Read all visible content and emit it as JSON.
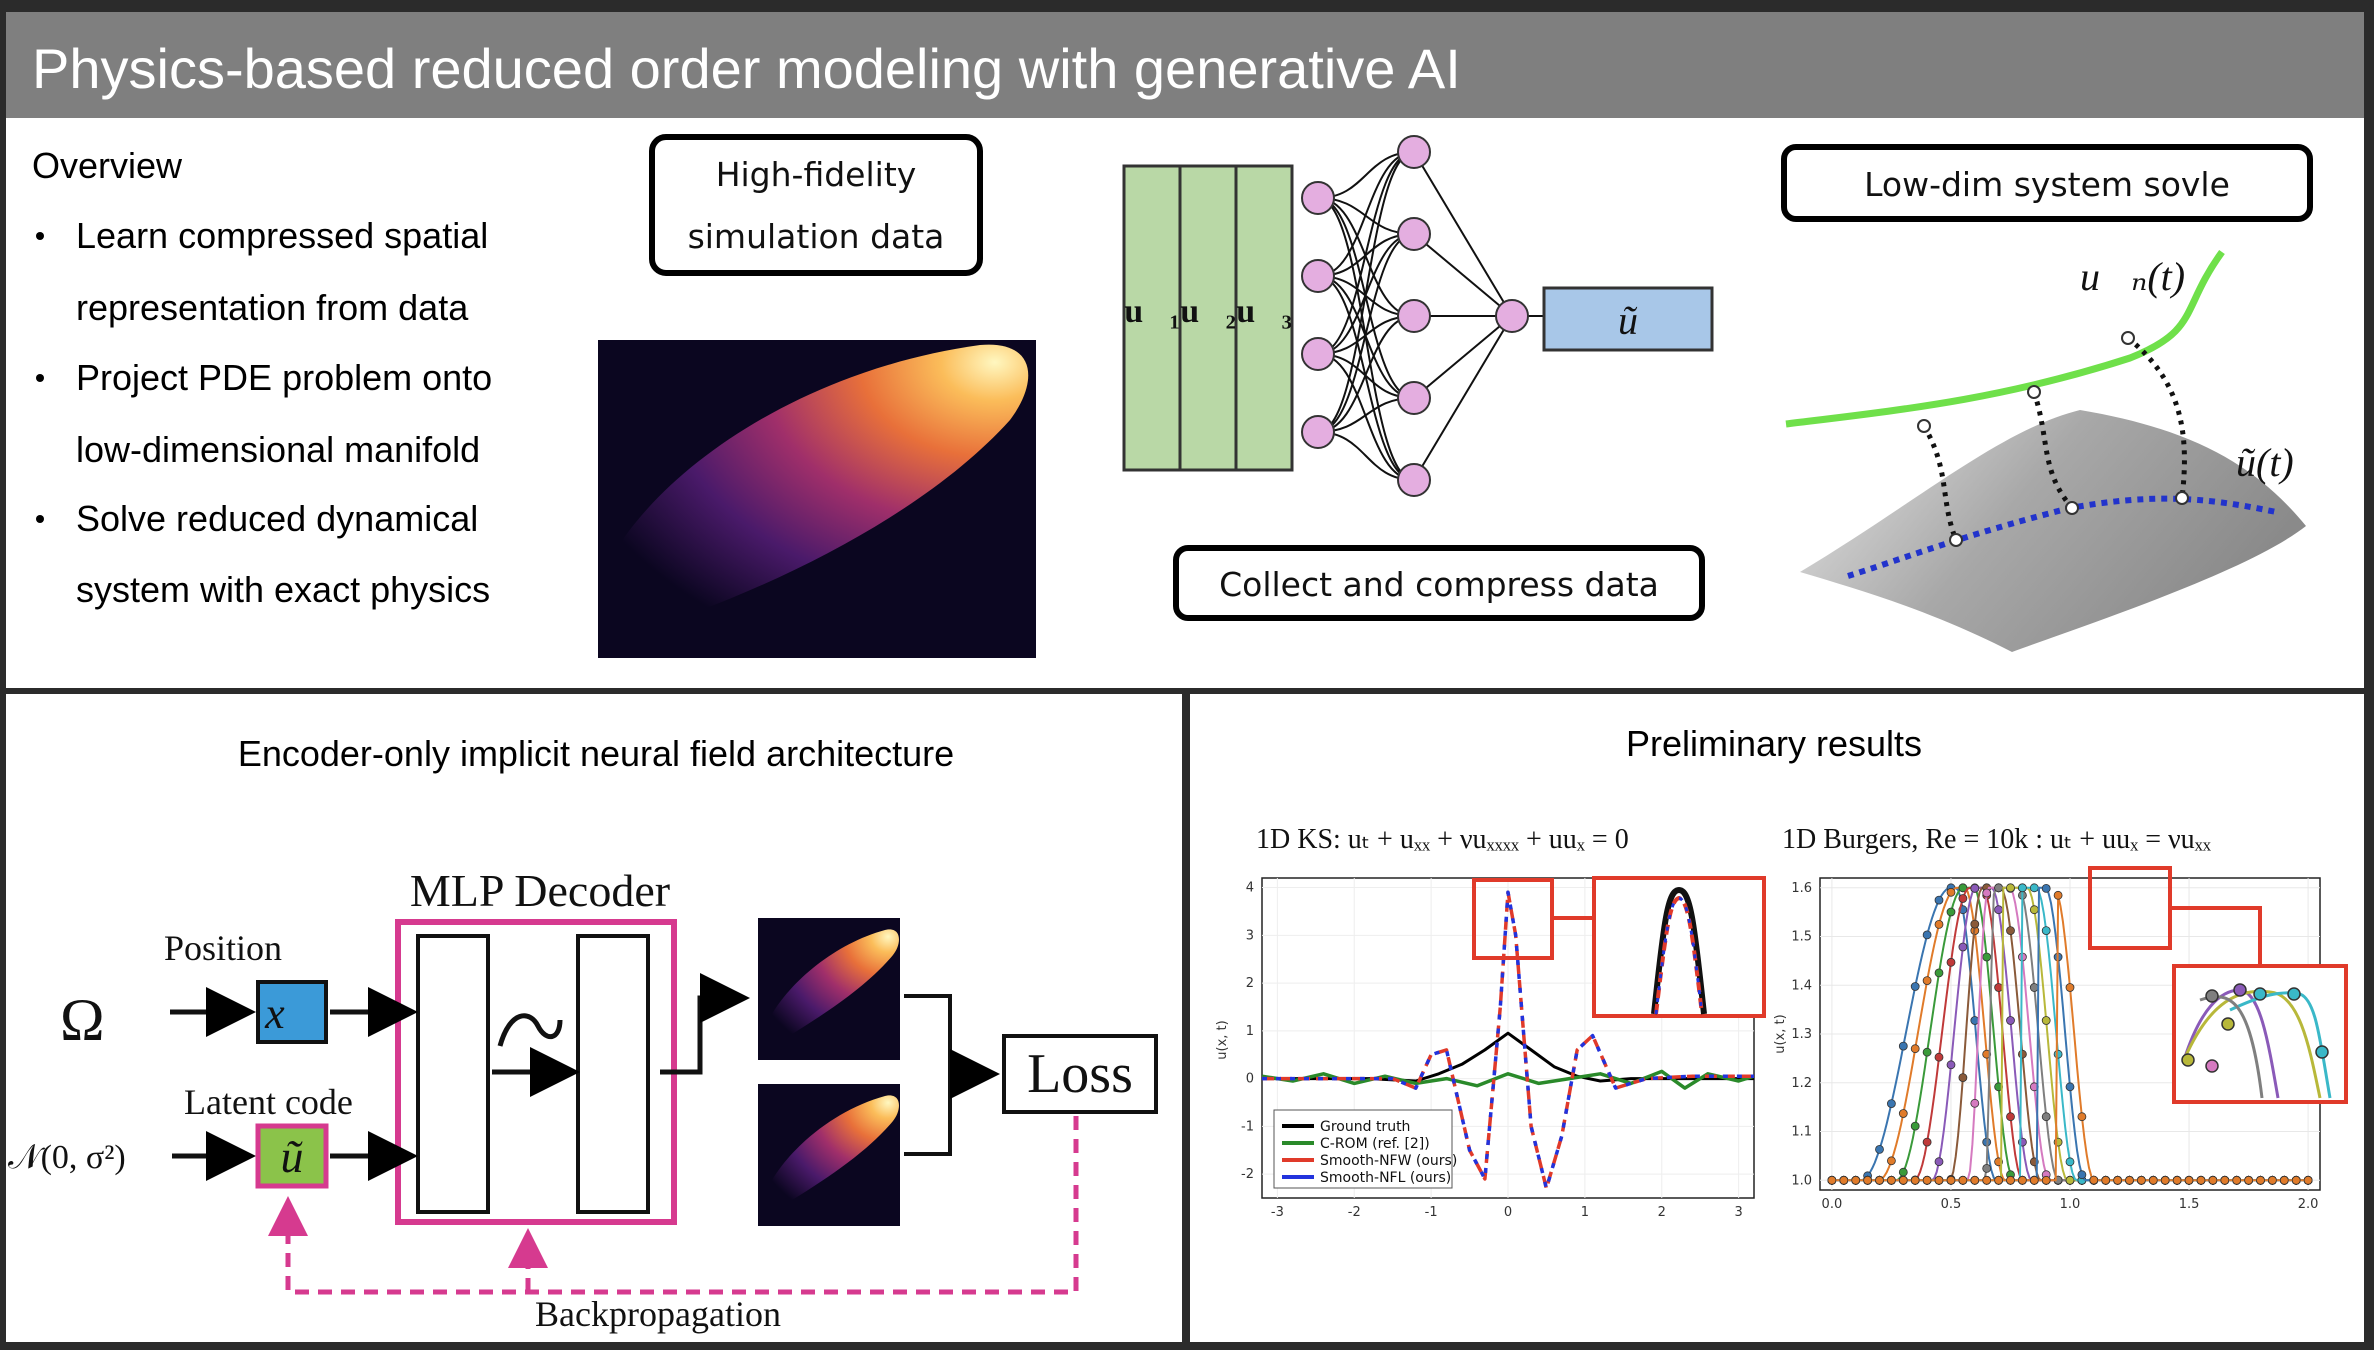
{
  "header": {
    "title": "Physics-based reduced order modeling with generative AI"
  },
  "overview": {
    "heading": "Overview",
    "bullets": [
      [
        "Learn compressed spatial",
        "representation from data"
      ],
      [
        "Project PDE problem onto",
        "low-dimensional manifold"
      ],
      [
        "Solve reduced dynamical",
        "system with exact physics"
      ]
    ]
  },
  "boxes": {
    "hifi": [
      "High-fidelity",
      "simulation data"
    ],
    "compress": "Collect and compress data",
    "lowdim": "Low-dim system sovle"
  },
  "network": {
    "columns": [
      "u⃗₁",
      "u⃗₂",
      "u⃗₃"
    ],
    "output": "ũ"
  },
  "manifold": {
    "upper_label": "u⃗ₙ(t)",
    "lower_label": "ũ(t)"
  },
  "architecture": {
    "title": "Encoder-only implicit neural field architecture",
    "decoder": "MLP Decoder",
    "position": "Position",
    "latent": "Latent code",
    "omega": "Ω",
    "noise": "𝒩(0, σ²)",
    "x_symbol": "x⃗",
    "u_symbol": "ũ",
    "loss": "Loss",
    "backprop": "Backpropagation"
  },
  "results": {
    "title": "Preliminary results",
    "ks_title": "1D KS: uₜ + uₓₓ + νuₓₓₓₓ + uuₓ = 0",
    "burgers_title": "1D Burgers, Re = 10k : uₜ + uuₓ = νuₓₓ"
  },
  "colors": {
    "header_bg": "#7f7f7f",
    "green_column": "#b9d8a6",
    "node_pink": "#e4aee0",
    "output_blue": "#a8c7e8",
    "manifold_green": "#6fe04a",
    "manifold_blue": "#2233cc",
    "decoder_magenta": "#d63a8f",
    "position_blue": "#3b9ad8",
    "latent_green": "#8bc34a"
  },
  "chart_data": [
    {
      "type": "line",
      "title": "1D KS: uₜ + uₓₓ + νuₓₓₓₓ + uuₓ = 0",
      "xlabel": "",
      "ylabel": "u(x, t)",
      "xlim": [
        -3.2,
        3.2
      ],
      "ylim": [
        -2.5,
        4.2
      ],
      "xticks": [
        -3,
        -2,
        -1,
        0,
        1,
        2,
        3
      ],
      "yticks": [
        -2,
        -1,
        0,
        1,
        2,
        3,
        4
      ],
      "legend_position": "bottom-left",
      "series": [
        {
          "name": "Ground truth",
          "color": "#000000",
          "x": [
            -3.2,
            -2.4,
            -1.8,
            -1.2,
            -0.9,
            -0.6,
            -0.3,
            0,
            0.3,
            0.6,
            0.9,
            1.2,
            1.6,
            2.0,
            2.5,
            3.2
          ],
          "y": [
            0,
            0,
            0,
            -0.05,
            0.1,
            0.3,
            0.6,
            0.95,
            0.6,
            0.25,
            0.05,
            -0.05,
            0,
            0,
            0,
            0
          ]
        },
        {
          "name": "C-ROM (ref. [2])",
          "color": "#2a8a2a",
          "x": [
            -3.2,
            -2.8,
            -2.4,
            -2.0,
            -1.6,
            -1.2,
            -0.8,
            -0.4,
            0,
            0.4,
            0.8,
            1.2,
            1.6,
            2.0,
            2.3,
            2.6,
            3.0,
            3.2
          ],
          "y": [
            0.05,
            -0.05,
            0.1,
            -0.1,
            0.05,
            -0.1,
            0.0,
            -0.15,
            0.1,
            -0.1,
            0.0,
            0.1,
            -0.1,
            0.15,
            -0.2,
            0.1,
            -0.05,
            0.05
          ]
        },
        {
          "name": "Smooth-NFW (ours)",
          "color": "#e03a2a",
          "x": [
            -3.2,
            -2.0,
            -1.5,
            -1.2,
            -1.0,
            -0.8,
            -0.5,
            -0.3,
            -0.1,
            0,
            0.1,
            0.3,
            0.5,
            0.7,
            0.9,
            1.1,
            1.4,
            1.8,
            2.4,
            3.2
          ],
          "y": [
            0,
            0,
            0,
            -0.2,
            0.5,
            0.6,
            -1.5,
            -2.1,
            1.5,
            3.9,
            3.0,
            -1.0,
            -2.3,
            -1.2,
            0.6,
            0.9,
            -0.2,
            0,
            0.05,
            0.05
          ]
        },
        {
          "name": "Smooth-NFL (ours)",
          "color": "#2233dd",
          "x": [
            -3.2,
            -2.0,
            -1.5,
            -1.2,
            -1.0,
            -0.8,
            -0.5,
            -0.3,
            -0.1,
            0,
            0.1,
            0.3,
            0.5,
            0.7,
            0.9,
            1.1,
            1.4,
            1.8,
            2.4,
            3.2
          ],
          "y": [
            0,
            0,
            0,
            -0.2,
            0.5,
            0.6,
            -1.5,
            -2.1,
            1.5,
            3.9,
            3.0,
            -1.0,
            -2.3,
            -1.2,
            0.6,
            0.9,
            -0.2,
            0,
            0.05,
            0.05
          ]
        }
      ]
    },
    {
      "type": "line",
      "title": "1D Burgers, Re = 10k : uₜ + uuₓ = νuₓₓ",
      "xlabel": "",
      "ylabel": "u(x, t)",
      "xlim": [
        -0.05,
        2.05
      ],
      "ylim": [
        0.98,
        1.62
      ],
      "xticks": [
        0.0,
        0.5,
        1.0,
        1.5,
        2.0
      ],
      "yticks": [
        1.0,
        1.1,
        1.2,
        1.3,
        1.4,
        1.5,
        1.6
      ],
      "grid": true,
      "profile_shifts": [
        0,
        0.075,
        0.15,
        0.225,
        0.3,
        0.375,
        0.45,
        0.525,
        0.6,
        0.675,
        0.75,
        0.825
      ],
      "colors": [
        "#3a75b0",
        "#e07b2a",
        "#3a9a3a",
        "#c03a3a",
        "#8a5ab8",
        "#8a5a3a",
        "#d57ac0",
        "#7f7f7f",
        "#b8b83a",
        "#3ab8c8",
        "#3a75b0",
        "#e07b2a"
      ]
    }
  ]
}
